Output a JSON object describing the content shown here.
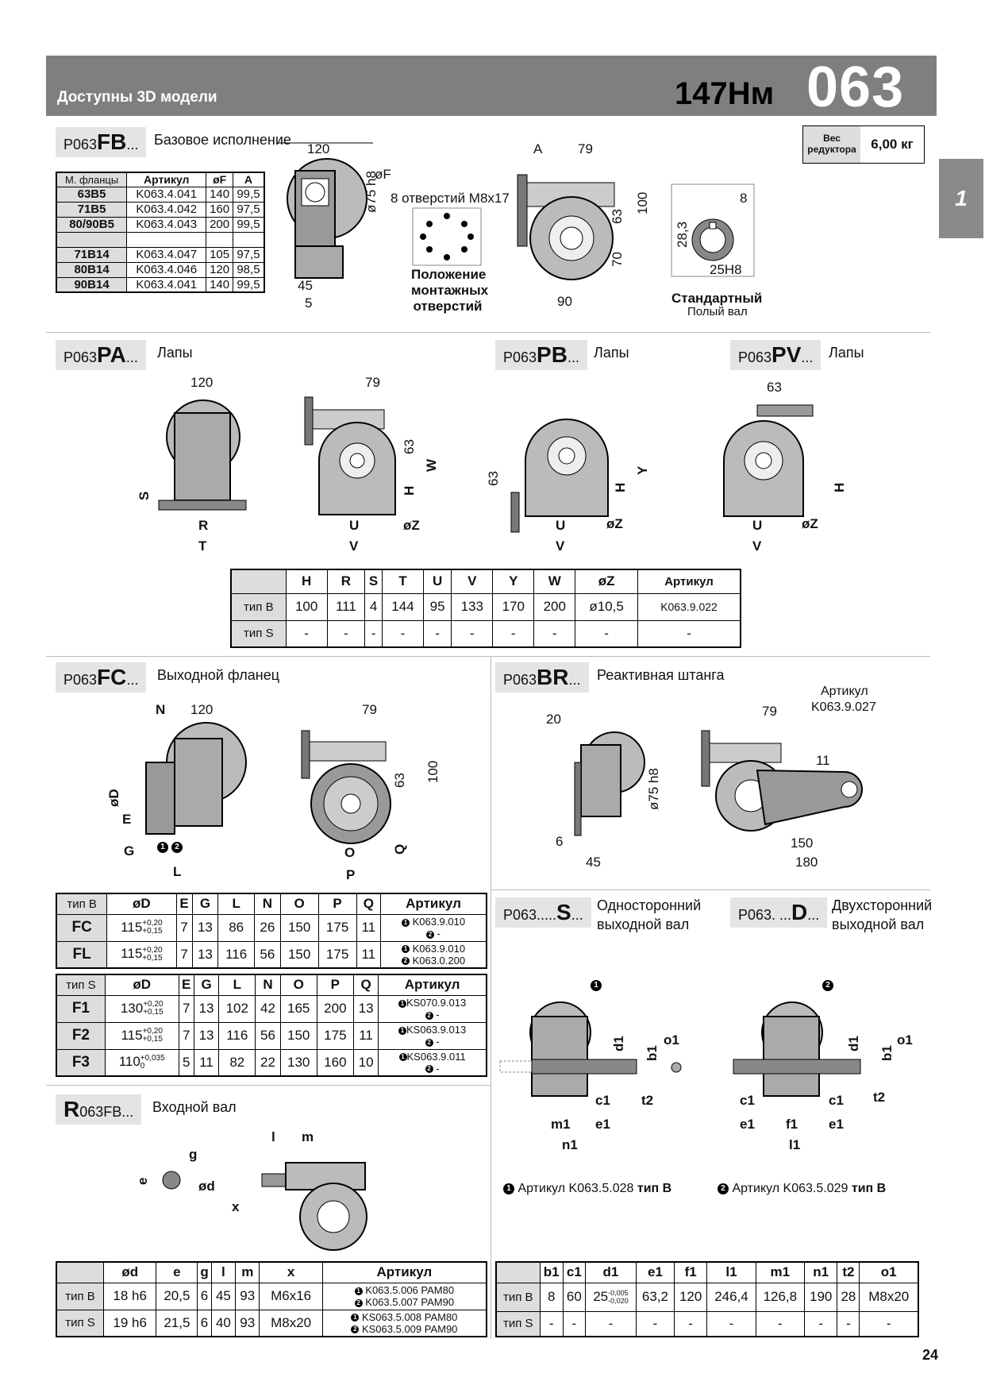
{
  "header": {
    "left": "Доступны 3D модели",
    "torque": "147Нм",
    "code": "063"
  },
  "side_tab": "1",
  "weight": {
    "label": "Вес редуктора",
    "value": "6,00 кг"
  },
  "fb": {
    "prefix": "P063",
    "code": "FB",
    "suffix": "...",
    "title": "Базовое исполнение",
    "table": {
      "headers": [
        "М. фланцы",
        "Артикул",
        "øF",
        "A"
      ],
      "rows": [
        [
          "63B5",
          "K063.4.041",
          "140",
          "99,5"
        ],
        [
          "71B5",
          "K063.4.042",
          "160",
          "97,5"
        ],
        [
          "80/90B5",
          "K063.4.043",
          "200",
          "99,5"
        ],
        [
          "",
          "",
          "",
          ""
        ],
        [
          "71B14",
          "K063.4.047",
          "105",
          "97,5"
        ],
        [
          "80B14",
          "K063.4.046",
          "120",
          "98,5"
        ],
        [
          "90B14",
          "K063.4.041",
          "140",
          "99,5"
        ]
      ]
    },
    "dims": {
      "d120": "120",
      "dF": "øF",
      "d75": "ø75 h8",
      "d45": "45",
      "d5": "5",
      "dA": "A",
      "d79": "79",
      "d100": "100",
      "d63": "63",
      "d70": "70",
      "d90": "90",
      "d8": "8",
      "d28": "28,3",
      "d25": "25H8"
    },
    "holes": "8 отверстий M8x17",
    "mount_label": "Положение монтажных отверстий",
    "shaft_label": "Стандартный",
    "shaft_sub": "Полый вал"
  },
  "pa": {
    "prefix": "P063",
    "code": "PA",
    "suffix": "...",
    "title": "Лапы"
  },
  "pb": {
    "prefix": "P063",
    "code": "PB",
    "suffix": "...",
    "title": "Лапы"
  },
  "pv": {
    "prefix": "P063",
    "code": "PV",
    "suffix": "...",
    "title": "Лапы"
  },
  "feet_dims": {
    "d120": "120",
    "d79": "79",
    "d63": "63",
    "S": "S",
    "R": "R",
    "T": "T",
    "H": "H",
    "W": "W",
    "U": "U",
    "V": "V",
    "Z": "øZ",
    "Y": "Y"
  },
  "feet_table": {
    "headers": [
      "",
      "H",
      "R",
      "S",
      "T",
      "U",
      "V",
      "Y",
      "W",
      "øZ",
      "Артикул"
    ],
    "rows": [
      [
        "тип B",
        "100",
        "111",
        "4",
        "144",
        "95",
        "133",
        "170",
        "200",
        "ø10,5",
        "K063.9.022"
      ],
      [
        "тип S",
        "-",
        "-",
        "-",
        "-",
        "-",
        "-",
        "-",
        "-",
        "-",
        "-"
      ]
    ]
  },
  "fc": {
    "prefix": "P063",
    "code": "FC",
    "suffix": "...",
    "title": "Выходной фланец",
    "dims": {
      "N": "N",
      "d120": "120",
      "D": "øD",
      "E": "E",
      "G": "G",
      "L": "L",
      "d79": "79",
      "d63": "63",
      "d100": "100",
      "Q": "Q",
      "O": "O",
      "P": "P"
    },
    "table_b": {
      "headers": [
        "тип B",
        "øD",
        "E",
        "G",
        "L",
        "N",
        "O",
        "P",
        "Q",
        "Артикул"
      ],
      "rows": [
        {
          "t": "FC",
          "d": "115",
          "tol_up": "+0,20",
          "tol_dn": "+0,15",
          "E": "7",
          "G": "13",
          "L": "86",
          "N": "26",
          "O": "150",
          "P": "175",
          "Q": "11",
          "a1": "K063.9.010",
          "a2": "-"
        },
        {
          "t": "FL",
          "d": "115",
          "tol_up": "+0,20",
          "tol_dn": "+0,15",
          "E": "7",
          "G": "13",
          "L": "116",
          "N": "56",
          "O": "150",
          "P": "175",
          "Q": "11",
          "a1": "K063.9.010",
          "a2": "K063.0.200"
        }
      ]
    },
    "table_s": {
      "headers": [
        "тип S",
        "øD",
        "E",
        "G",
        "L",
        "N",
        "O",
        "P",
        "Q",
        "Артикул"
      ],
      "rows": [
        {
          "t": "F1",
          "d": "130",
          "tol_up": "+0,20",
          "tol_dn": "+0,15",
          "E": "7",
          "G": "13",
          "L": "102",
          "N": "42",
          "O": "165",
          "P": "200",
          "Q": "13",
          "a1": "KS070.9.013",
          "a2": "-"
        },
        {
          "t": "F2",
          "d": "115",
          "tol_up": "+0,20",
          "tol_dn": "+0,15",
          "E": "7",
          "G": "13",
          "L": "116",
          "N": "56",
          "O": "150",
          "P": "175",
          "Q": "11",
          "a1": "KS063.9.013",
          "a2": "-"
        },
        {
          "t": "F3",
          "d": "110",
          "tol_up": "+0,035",
          "tol_dn": "0",
          "E": "5",
          "G": "11",
          "L": "82",
          "N": "22",
          "O": "130",
          "P": "160",
          "Q": "10",
          "a1": "KS063.9.011",
          "a2": "-"
        }
      ]
    }
  },
  "br": {
    "prefix": "P063",
    "code": "BR",
    "suffix": "...",
    "title": "Реактивная штанга",
    "art_label": "Артикул",
    "art": "K063.9.027",
    "dims": {
      "d79": "79",
      "d20": "20",
      "d11": "11",
      "d75": "ø75 h8",
      "d6": "6",
      "d45": "45",
      "d150": "150",
      "d180": "180"
    }
  },
  "s": {
    "prefix": "P063.....",
    "code": "S",
    "suffix": "...",
    "title1": "Односторонний",
    "title2": "выходной вал"
  },
  "d": {
    "prefix": "P063. ...",
    "code": "D",
    "suffix": "...",
    "title1": "Двухсторонний",
    "title2": "выходной вал"
  },
  "shaft_dims": {
    "d1": "d1",
    "b1": "b1",
    "o1": "o1",
    "t2": "t2",
    "c1": "c1",
    "m1": "m1",
    "e1": "e1",
    "n1": "n1",
    "f1": "f1",
    "l1": "l1"
  },
  "shaft_notes": {
    "n1": "Артикул K063.5.028",
    "n1b": "тип B",
    "n2": "Артикул K063.5.029",
    "n2b": "тип B"
  },
  "r": {
    "prefix_big": "R",
    "prefix": "063FB",
    "suffix": "...",
    "title": "Входной вал",
    "dims": {
      "l": "l",
      "m": "m",
      "g": "g",
      "e": "e",
      "d": "ød",
      "x": "x"
    },
    "table": {
      "headers": [
        "",
        "ød",
        "e",
        "g",
        "l",
        "m",
        "x",
        "Артикул"
      ],
      "rows": [
        {
          "t": "тип B",
          "d": "18 h6",
          "e": "20,5",
          "g": "6",
          "l": "45",
          "m": "93",
          "x": "M6x16",
          "a1": "K063.5.006 PAM80",
          "a2": "K063.5.007 PAM90"
        },
        {
          "t": "тип S",
          "d": "19 h6",
          "e": "21,5",
          "g": "6",
          "l": "40",
          "m": "93",
          "x": "M8x20",
          "a1": "KS063.5.008 PAM80",
          "a2": "KS063.5.009 PAM90"
        }
      ]
    }
  },
  "shaft_table": {
    "headers": [
      "",
      "b1",
      "c1",
      "d1",
      "e1",
      "f1",
      "l1",
      "m1",
      "n1",
      "t2",
      "o1"
    ],
    "b": {
      "t": "тип B",
      "b1": "8",
      "c1": "60",
      "d1": "25",
      "d1_up": "-0,005",
      "d1_dn": "-0,020",
      "e1": "63,2",
      "f1": "120",
      "l1": "246,4",
      "m1": "126,8",
      "n1": "190",
      "t2": "28",
      "o1": "M8x20"
    },
    "s": [
      "тип S",
      "-",
      "-",
      "-",
      "-",
      "-",
      "-",
      "-",
      "-",
      "-",
      "-"
    ]
  },
  "page_number": "24"
}
